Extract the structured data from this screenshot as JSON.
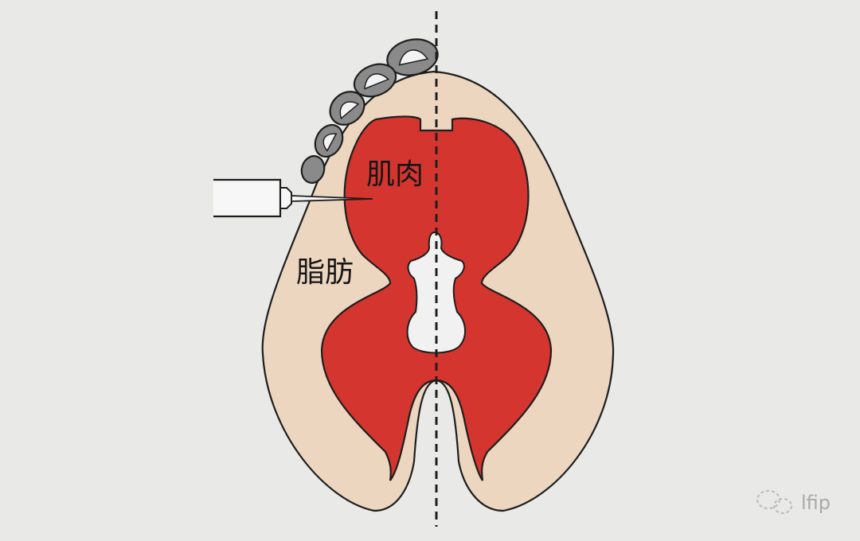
{
  "diagram": {
    "labels": {
      "muscle": "肌肉",
      "fat": "脂肪"
    },
    "watermark": "lfip"
  },
  "colors": {
    "background": "#e9e9e8",
    "fat": "#ecd6bf",
    "muscle": "#d4352e",
    "outline": "#1e1e1e",
    "bone_piece": "#8a8a8a",
    "cavity": "#f1f1f1"
  }
}
